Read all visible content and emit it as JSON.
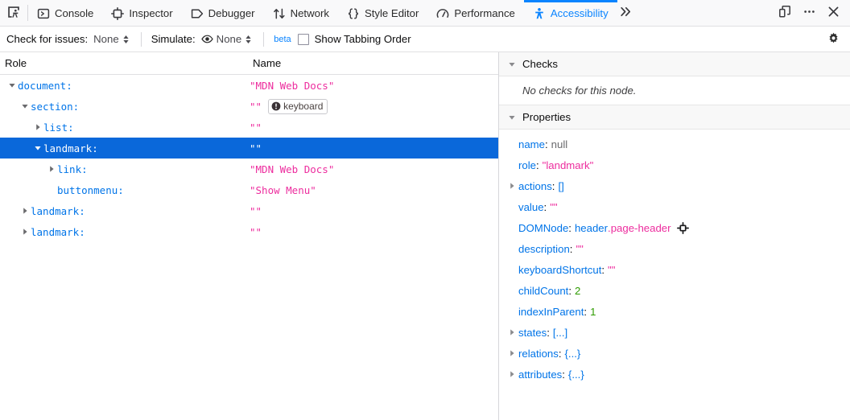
{
  "toolbar": {
    "picker_icon": "element-picker-icon",
    "tabs": [
      {
        "id": "console",
        "label": "Console",
        "icon": "console-icon",
        "selected": false
      },
      {
        "id": "inspector",
        "label": "Inspector",
        "icon": "inspector-icon",
        "selected": false
      },
      {
        "id": "debugger",
        "label": "Debugger",
        "icon": "debugger-icon",
        "selected": false
      },
      {
        "id": "network",
        "label": "Network",
        "icon": "network-icon",
        "selected": false
      },
      {
        "id": "styleeditor",
        "label": "Style Editor",
        "icon": "braces-icon",
        "selected": false
      },
      {
        "id": "performance",
        "label": "Performance",
        "icon": "gauge-icon",
        "selected": false
      },
      {
        "id": "accessibility",
        "label": "Accessibility",
        "icon": "accessibility-icon",
        "selected": true
      }
    ],
    "overflow_icon": "chevron-double-right-icon",
    "responsive_icon": "responsive-design-mode-icon",
    "meatball_icon": "more-options-icon",
    "close_icon": "close-icon",
    "accent_color": "#0a84ff"
  },
  "subbar": {
    "check_label": "Check for issues:",
    "check_value": "None",
    "simulate_label": "Simulate:",
    "simulate_value": "None",
    "simulate_icon": "eye-icon",
    "beta_label": "beta",
    "tabbing_order_label": "Show Tabbing Order",
    "tabbing_order_checked": false,
    "settings_icon": "gear-icon"
  },
  "tree": {
    "columns": {
      "role": "Role",
      "name": "Name"
    },
    "rows": [
      {
        "depth": 0,
        "twisty": "expanded",
        "role": "document:",
        "name": "\"MDN Web Docs\"",
        "selected": false,
        "badge": null
      },
      {
        "depth": 1,
        "twisty": "expanded",
        "role": "section:",
        "name": "\"\"",
        "selected": false,
        "badge": "keyboard"
      },
      {
        "depth": 2,
        "twisty": "collapsed",
        "role": "list:",
        "name": "\"\"",
        "selected": false,
        "badge": null
      },
      {
        "depth": 2,
        "twisty": "expanded",
        "role": "landmark:",
        "name": "\"\"",
        "selected": true,
        "badge": null
      },
      {
        "depth": 3,
        "twisty": "collapsed",
        "role": "link:",
        "name": "\"MDN Web Docs\"",
        "selected": false,
        "badge": null
      },
      {
        "depth": 3,
        "twisty": "none",
        "role": "buttonmenu:",
        "name": "\"Show Menu\"",
        "selected": false,
        "badge": null
      },
      {
        "depth": 1,
        "twisty": "collapsed",
        "role": "landmark:",
        "name": "\"\"",
        "selected": false,
        "badge": null
      },
      {
        "depth": 1,
        "twisty": "collapsed",
        "role": "landmark:",
        "name": "\"\"",
        "selected": false,
        "badge": null
      }
    ]
  },
  "sidebar": {
    "checks": {
      "title": "Checks",
      "empty_text": "No checks for this node."
    },
    "properties": {
      "title": "Properties",
      "rows": [
        {
          "twisty": "none",
          "key": "name",
          "value": "null",
          "kind": "null"
        },
        {
          "twisty": "none",
          "key": "role",
          "value": "\"landmark\"",
          "kind": "string"
        },
        {
          "twisty": "collapsed",
          "key": "actions",
          "value": "[]",
          "kind": "obj"
        },
        {
          "twisty": "none",
          "key": "value",
          "value": "\"\"",
          "kind": "string"
        },
        {
          "twisty": "none",
          "key": "DOMNode",
          "value": "header.page-header",
          "kind": "node",
          "node_tag": "header",
          "node_class": ".page-header",
          "node_icon": "select-node-icon"
        },
        {
          "twisty": "none",
          "key": "description",
          "value": "\"\"",
          "kind": "string"
        },
        {
          "twisty": "none",
          "key": "keyboardShortcut",
          "value": "\"\"",
          "kind": "string"
        },
        {
          "twisty": "none",
          "key": "childCount",
          "value": "2",
          "kind": "number"
        },
        {
          "twisty": "none",
          "key": "indexInParent",
          "value": "1",
          "kind": "number"
        },
        {
          "twisty": "collapsed",
          "key": "states",
          "value": "[...]",
          "kind": "obj"
        },
        {
          "twisty": "collapsed",
          "key": "relations",
          "value": "{...}",
          "kind": "obj"
        },
        {
          "twisty": "collapsed",
          "key": "attributes",
          "value": "{...}",
          "kind": "obj"
        }
      ]
    }
  }
}
